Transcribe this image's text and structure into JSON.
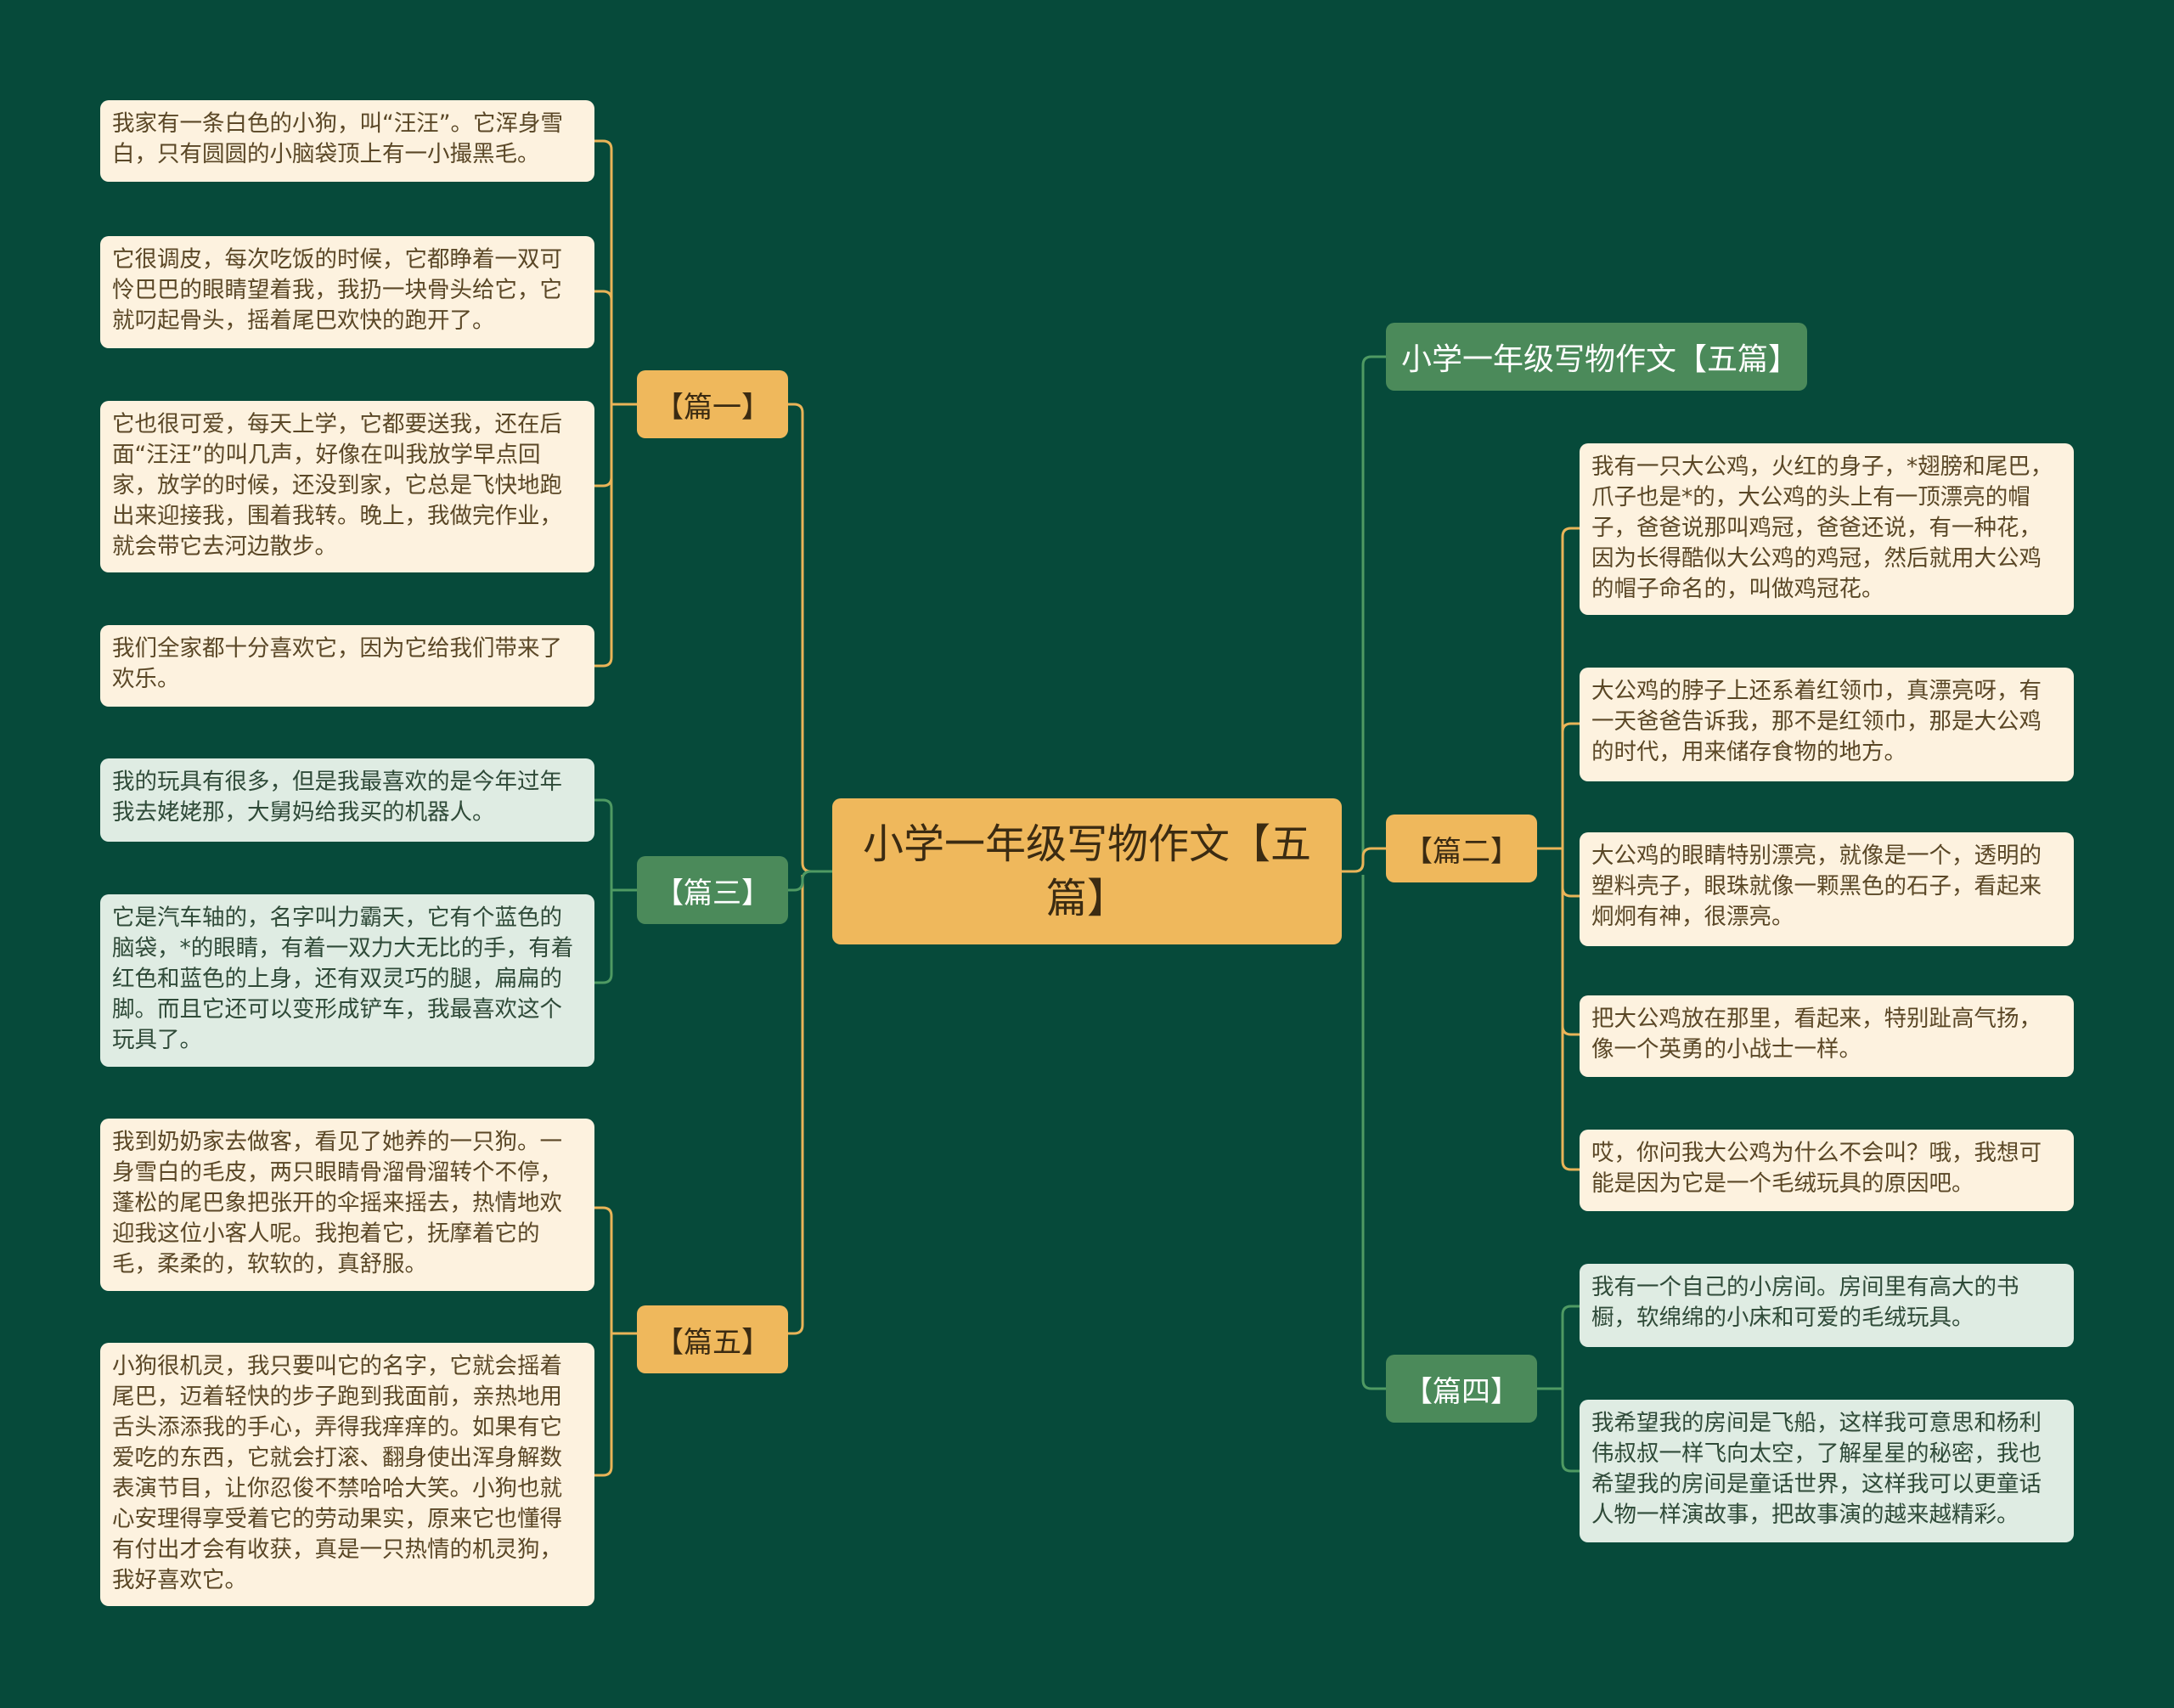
{
  "root": {
    "label": "小学一年级写物作文【五篇】"
  },
  "title_node": {
    "label": "小学一年级写物作文【五篇】"
  },
  "branches": {
    "pian1": {
      "label": "【篇一】",
      "leaves": [
        "我家有一条白色的小狗，叫“汪汪”。它浑身雪白，只有圆圆的小脑袋顶上有一小撮黑毛。",
        "它很调皮，每次吃饭的时候，它都睁着一双可怜巴巴的眼睛望着我，我扔一块骨头给它，它就叼起骨头，摇着尾巴欢快的跑开了。",
        "它也很可爱，每天上学，它都要送我，还在后面“汪汪”的叫几声，好像在叫我放学早点回家，放学的时候，还没到家，它总是飞快地跑出来迎接我，围着我转。晚上，我做完作业，就会带它去河边散步。",
        "我们全家都十分喜欢它，因为它给我们带来了欢乐。"
      ]
    },
    "pian3": {
      "label": "【篇三】",
      "leaves": [
        "我的玩具有很多，但是我最喜欢的是今年过年我去姥姥那，大舅妈给我买的机器人。",
        "它是汽车轴的，名字叫力霸天，它有个蓝色的脑袋，*的眼睛，有着一双力大无比的手，有着红色和蓝色的上身，还有双灵巧的腿，扁扁的脚。而且它还可以变形成铲车，我最喜欢这个玩具了。"
      ]
    },
    "pian5": {
      "label": "【篇五】",
      "leaves": [
        "我到奶奶家去做客，看见了她养的一只狗。一身雪白的毛皮，两只眼睛骨溜骨溜转个不停，蓬松的尾巴象把张开的伞摇来摇去，热情地欢迎我这位小客人呢。我抱着它，抚摩着它的毛，柔柔的，软软的，真舒服。",
        "小狗很机灵，我只要叫它的名字，它就会摇着尾巴，迈着轻快的步子跑到我面前，亲热地用舌头添添我的手心，弄得我痒痒的。如果有它爱吃的东西，它就会打滚、翻身使出浑身解数表演节目，让你忍俊不禁哈哈大笑。小狗也就心安理得享受着它的劳动果实，原来它也懂得有付出才会有收获，真是一只热情的机灵狗，我好喜欢它。"
      ]
    },
    "pian2": {
      "label": "【篇二】",
      "leaves": [
        "我有一只大公鸡，火红的身子，*翅膀和尾巴，爪子也是*的，大公鸡的头上有一顶漂亮的帽子，爸爸说那叫鸡冠，爸爸还说，有一种花，因为长得酷似大公鸡的鸡冠，然后就用大公鸡的帽子命名的，叫做鸡冠花。",
        "大公鸡的脖子上还系着红领巾，真漂亮呀，有一天爸爸告诉我，那不是红领巾，那是大公鸡的时代，用来储存食物的地方。",
        "大公鸡的眼睛特别漂亮，就像是一个，透明的塑料壳子，眼珠就像一颗黑色的石子，看起来炯炯有神，很漂亮。",
        "把大公鸡放在那里，看起来，特别趾高气扬，像一个英勇的小战士一样。",
        "哎，你问我大公鸡为什么不会叫？哦，我想可能是因为它是一个毛绒玩具的原因吧。"
      ]
    },
    "pian4": {
      "label": "【篇四】",
      "leaves": [
        "我有一个自己的小房间。房间里有高大的书橱，软绵绵的小床和可爱的毛绒玩具。",
        "我希望我的房间是飞船，这样我可意思和杨利伟叔叔一样飞向太空，了解星星的秘密，我也希望我的房间是童话世界，这样我可以更童话人物一样演故事，把故事演的越来越精彩。"
      ]
    }
  },
  "colors": {
    "background": "#064a3a",
    "orange": "#efb85c",
    "green": "#4b8a5a",
    "cream": "#fdf2df",
    "mint": "#dfece3",
    "line_orange": "#e9b458",
    "line_green": "#4f9a63"
  }
}
